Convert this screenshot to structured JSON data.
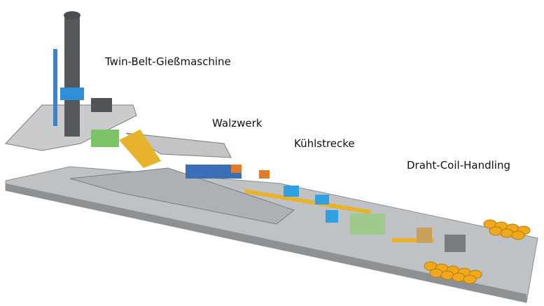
{
  "labels": {
    "caster": "Twin-Belt-Gießmaschine",
    "rolling_mill": "Walzwerk",
    "cooling": "Kühlstrecke",
    "coil_handling": "Draht-Coil-Handling"
  },
  "colors": {
    "floor": "#b9bcbf",
    "floor_edge": "#8e9194",
    "tower": "#55595c",
    "accent_blue": "#2f8fd8",
    "green": "#7cc36a",
    "yellow": "#e8b32a",
    "orange": "#e07b2b"
  }
}
